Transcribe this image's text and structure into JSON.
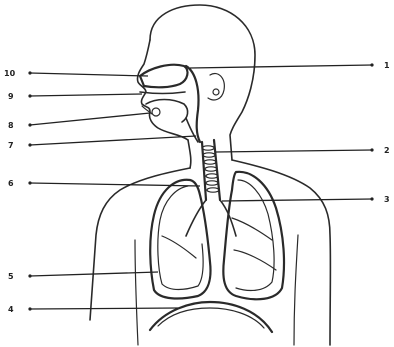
{
  "labels": {
    "left": [
      "10",
      "9",
      "8",
      "7",
      "6",
      "5",
      "4"
    ],
    "right": [
      "1",
      "2",
      "3"
    ]
  }
}
